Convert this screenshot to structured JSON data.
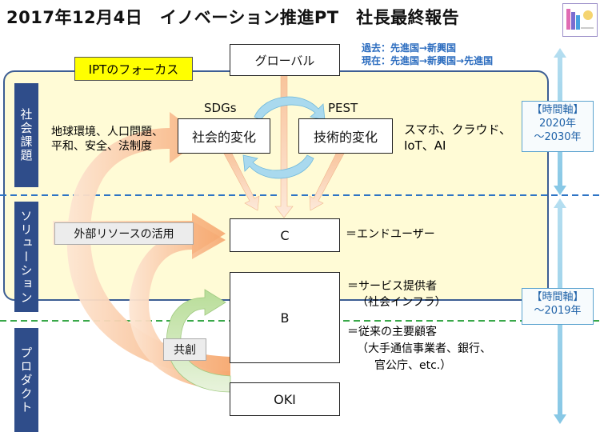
{
  "title": "2017年12月4日　イノベーション推進PT　社長最終報告",
  "logo": {
    "alt": "logo"
  },
  "history": {
    "past": "過去：先進国→新興国",
    "present": "現在：先進国→新興国→先進国"
  },
  "sidebar": {
    "social": "社会課題",
    "solution": "ソリューション",
    "product": "プロダクト"
  },
  "focus_tag": "IPTのフォーカス",
  "boxes": {
    "global": "グローバル",
    "social_change": "社会的変化",
    "tech_change": "技術的変化",
    "c": "C",
    "b": "B",
    "oki": "OKI"
  },
  "labels": {
    "sdgs": "SDGs",
    "pest": "PEST",
    "social_issues_1": "地球環境、人口問題、",
    "social_issues_2": "平和、安全、法制度",
    "tech_1": "スマホ、クラウド、",
    "tech_2": "IoT、AI",
    "external": "外部リソースの活用",
    "cocreate": "共創",
    "c_desc": "＝エンドユーザー",
    "b_desc_1": "＝サービス提供者",
    "b_desc_2": "（社会インフラ）",
    "b_desc_3": "＝従来の主要顧客",
    "b_desc_4": "（大手通信事業者、銀行、",
    "b_desc_5": "官公庁、etc.）"
  },
  "timeline": {
    "long_head": "【時間軸】",
    "long_range_1": "2020年",
    "long_range_2": "～2030年",
    "short_head": "【時間軸】",
    "short_range": "～2019年"
  },
  "colors": {
    "sidebar": "#2f4d8a",
    "panel_fill": "#fffbd6",
    "panel_border": "#3d5e94",
    "arrow_orange": "#f7b88a",
    "arrow_green": "#cfe6b3",
    "dash_blue": "#2e74c5",
    "dash_green": "#3aa84a",
    "axis_blue": "#9fd2ea"
  }
}
